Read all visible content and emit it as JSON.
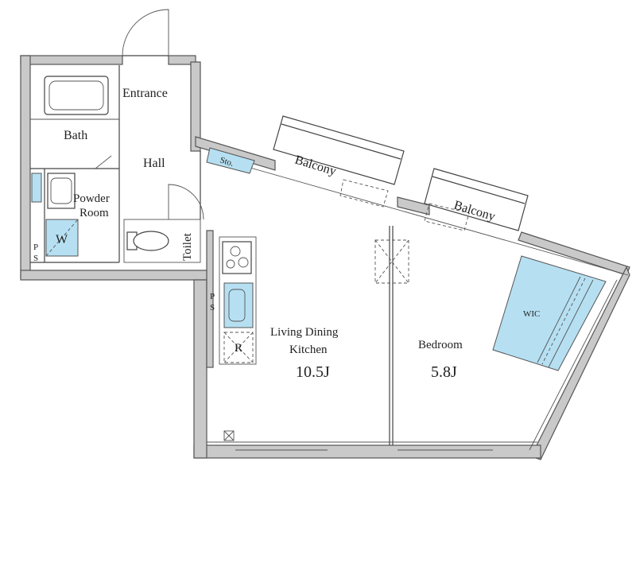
{
  "rooms": {
    "entrance": "Entrance",
    "hall": "Hall",
    "bath": "Bath",
    "powder_room_line1": "Powder",
    "powder_room_line2": "Room",
    "washer": "W",
    "ps_left_1": "P",
    "ps_left_2": "S",
    "ps_kitchen_1": "P",
    "ps_kitchen_2": "S",
    "toilet": "Toilet",
    "storage": "Sto.",
    "balcony_1": "Balcony",
    "balcony_2": "Balcony",
    "fridge": "R",
    "ldk_line1": "Living Dining",
    "ldk_line2": "Kitchen",
    "ldk_size": "10.5J",
    "bedroom": "Bedroom",
    "bedroom_size": "5.8J",
    "wic": "WIC"
  },
  "colors": {
    "wall": "#c9c9c9",
    "closet": "#b6e0f2",
    "line": "#444444"
  }
}
